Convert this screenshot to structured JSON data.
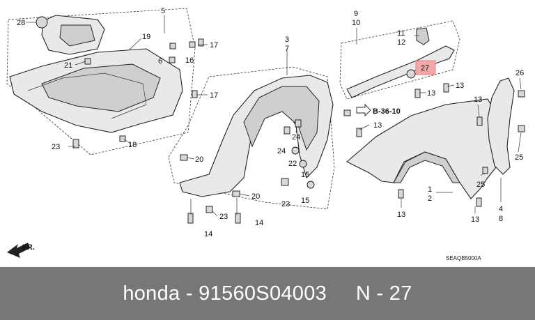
{
  "diagram": {
    "callouts": {
      "n1": "1",
      "n2": "2",
      "n3": "3",
      "n4": "4",
      "n5": "5",
      "n6": "6",
      "n7": "7",
      "n8": "8",
      "n9": "9",
      "n10": "10",
      "n11": "11",
      "n12": "12",
      "n13a": "13",
      "n13b": "13",
      "n13c": "13",
      "n13d": "13",
      "n13e": "13",
      "n13f": "13",
      "n14a": "14",
      "n14b": "14",
      "n15a": "15",
      "n15b": "15",
      "n16": "16",
      "n17a": "17",
      "n17b": "17",
      "n18": "18",
      "n19": "19",
      "n20a": "20",
      "n20b": "20",
      "n21": "21",
      "n22": "22",
      "n23a": "23",
      "n23b": "23",
      "n23c": "23",
      "n24a": "24",
      "n24b": "24",
      "n25a": "25",
      "n25b": "25",
      "n26": "26",
      "n27": "27",
      "n28": "28"
    },
    "highlight_color": "#f4a6a6",
    "reference_label": "B-36-10",
    "direction_label": "FR.",
    "diagram_code": "SEAQB5000A"
  },
  "footer": {
    "brand": "honda",
    "part_number": "91560S04003",
    "position": "N - 27",
    "background": "#777777"
  }
}
